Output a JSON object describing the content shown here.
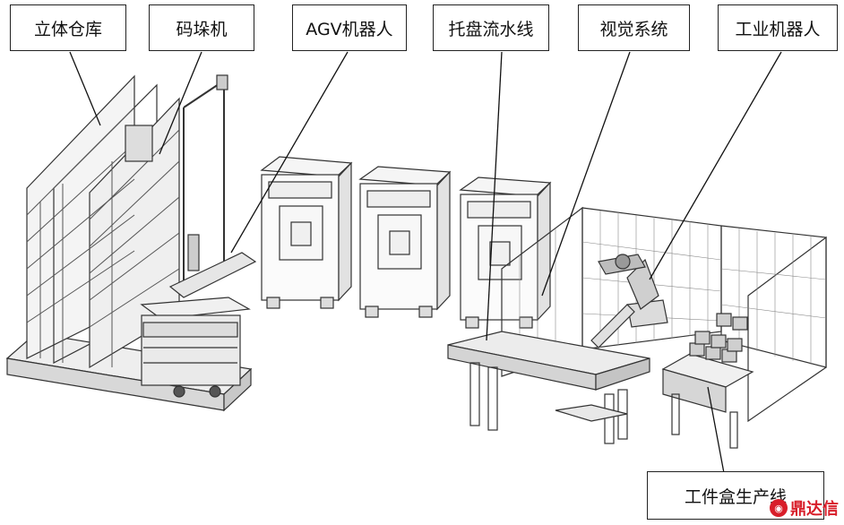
{
  "labels": {
    "warehouse": "立体仓库",
    "stacker": "码垛机",
    "agv": "AGV机器人",
    "pallet_line": "托盘流水线",
    "vision": "视觉系统",
    "robot": "工业机器人",
    "box_line": "工件盒生产线"
  },
  "watermark": "鼎达信"
}
